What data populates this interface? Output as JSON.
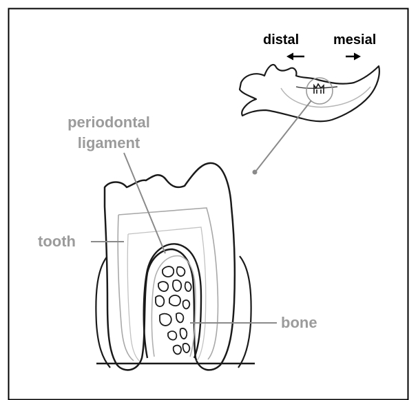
{
  "labels": {
    "distal": "distal",
    "mesial": "mesial",
    "periodontal_line1": "periodontal",
    "periodontal_line2": "ligament",
    "tooth": "tooth",
    "bone": "bone"
  },
  "colors": {
    "frame": "#000000",
    "outline": "#1a1a1a",
    "label_gray": "#9b9b9b",
    "leader_gray": "#8a8a8a",
    "ligament_gray": "#b0b0b0"
  },
  "icons": {
    "distal_arrow": "arrow-left",
    "mesial_arrow": "arrow-right"
  }
}
